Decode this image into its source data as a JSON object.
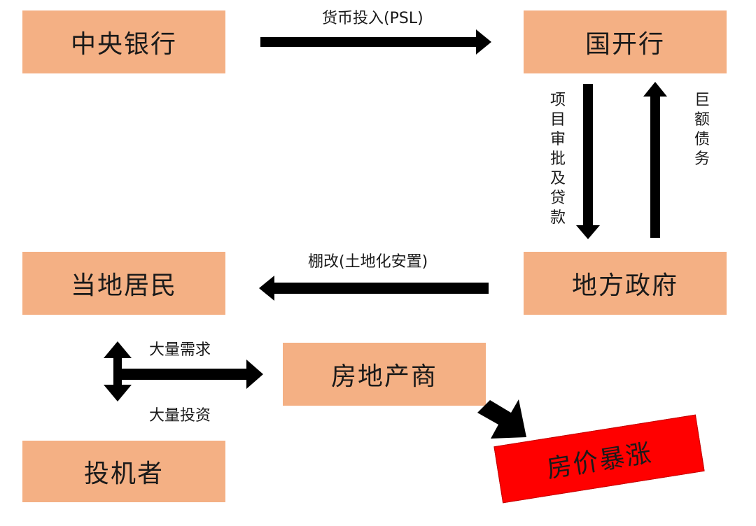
{
  "nodes": {
    "central_bank": "中央银行",
    "cdb": "国开行",
    "local_residents": "当地居民",
    "local_government": "地方政府",
    "developer": "房地产商",
    "speculators": "投机者",
    "price_surge": "房价暴涨"
  },
  "edges": {
    "psl": "货币投入(PSL)",
    "approval_loans": "项目审批及贷款",
    "huge_debt": "巨额债务",
    "shantytown": "棚改(土地化安置)",
    "demand": "大量需求",
    "investment": "大量投资"
  },
  "colors": {
    "node_fill": "#f4b084",
    "highlight_fill": "#ff0000",
    "arrow": "#000000"
  }
}
